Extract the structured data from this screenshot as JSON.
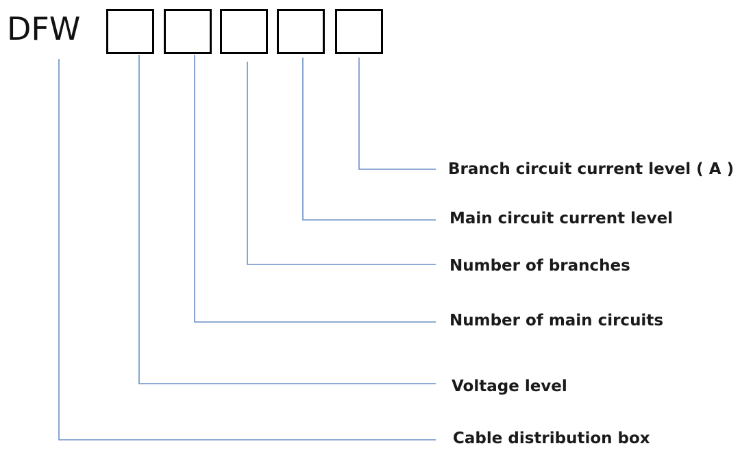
{
  "model_prefix": "DFW",
  "code_fields": [
    {
      "id": "voltage"
    },
    {
      "id": "main_circuits"
    },
    {
      "id": "branches"
    },
    {
      "id": "main_current"
    },
    {
      "id": "branch_current"
    }
  ],
  "labels": {
    "branch_circuit_current_level": "Branch circuit current level ( A )",
    "main_circuit_current_level": "Main circuit current level",
    "number_of_branches": "Number of branches",
    "number_of_main_circuits": "Number of main circuits",
    "voltage_level": "Voltage level",
    "cable_distribution_box": "Cable distribution box"
  },
  "colors": {
    "leader_line": "#6a8fc8",
    "box_border": "#000000",
    "text": "#1a1a1a"
  }
}
